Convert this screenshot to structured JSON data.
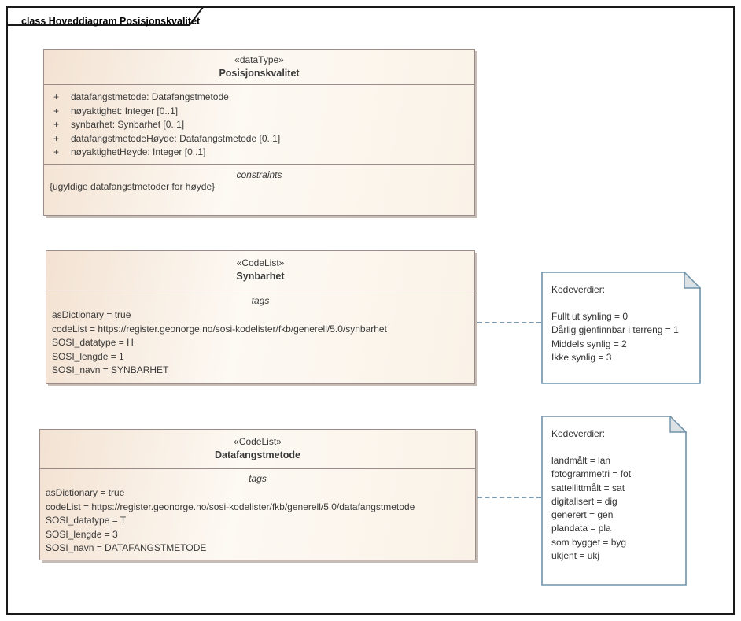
{
  "diagram": {
    "frame_label": "class Hoveddiagram Posisjonskvalitet"
  },
  "colors": {
    "box_fill_light": "#fdf9f3",
    "box_fill_dark": "#f3e2d2",
    "box_border": "#9b8b8b",
    "box_shadow": "#c6beb6",
    "note_border": "#6e93aa",
    "note_fold_fill": "#dbe1e5",
    "connector": "#7d9aae",
    "frame_border": "#1a1a1a"
  },
  "classes": [
    {
      "stereotype": "«dataType»",
      "name": "Posisjonskvalitet",
      "attributes": [
        {
          "vis": "+",
          "text": "datafangstmetode: Datafangstmetode"
        },
        {
          "vis": "+",
          "text": "nøyaktighet: Integer [0..1]"
        },
        {
          "vis": "+",
          "text": "synbarhet: Synbarhet [0..1]"
        },
        {
          "vis": "+",
          "text": "datafangstmetodeHøyde: Datafangstmetode [0..1]"
        },
        {
          "vis": "+",
          "text": "nøyaktighetHøyde: Integer [0..1]"
        }
      ],
      "constraints_label": "constraints",
      "constraints": [
        "{ugyldige datafangstmetoder for høyde}"
      ]
    },
    {
      "stereotype": "«CodeList»",
      "name": "Synbarhet",
      "tags_label": "tags",
      "tags": [
        "asDictionary = true",
        "codeList = https://register.geonorge.no/sosi-kodelister/fkb/generell/5.0/synbarhet",
        "SOSI_datatype = H",
        "SOSI_lengde = 1",
        "SOSI_navn = SYNBARHET"
      ]
    },
    {
      "stereotype": "«CodeList»",
      "name": "Datafangstmetode",
      "tags_label": "tags",
      "tags": [
        "asDictionary = true",
        "codeList = https://register.geonorge.no/sosi-kodelister/fkb/generell/5.0/datafangstmetode",
        "SOSI_datatype = T",
        "SOSI_lengde = 3",
        "SOSI_navn = DATAFANGSTMETODE"
      ]
    }
  ],
  "notes": [
    {
      "title": "Kodeverdier:",
      "lines": [
        "Fullt ut synling = 0",
        "Dårlig gjenfinnbar i terreng = 1",
        "Middels synlig = 2",
        "Ikke synlig = 3"
      ]
    },
    {
      "title": "Kodeverdier:",
      "lines": [
        "landmålt = lan",
        "fotogrammetri = fot",
        "sattellittmålt = sat",
        "digitalisert = dig",
        "generert = gen",
        "plandata = pla",
        "som bygget = byg",
        "ukjent = ukj"
      ]
    }
  ]
}
